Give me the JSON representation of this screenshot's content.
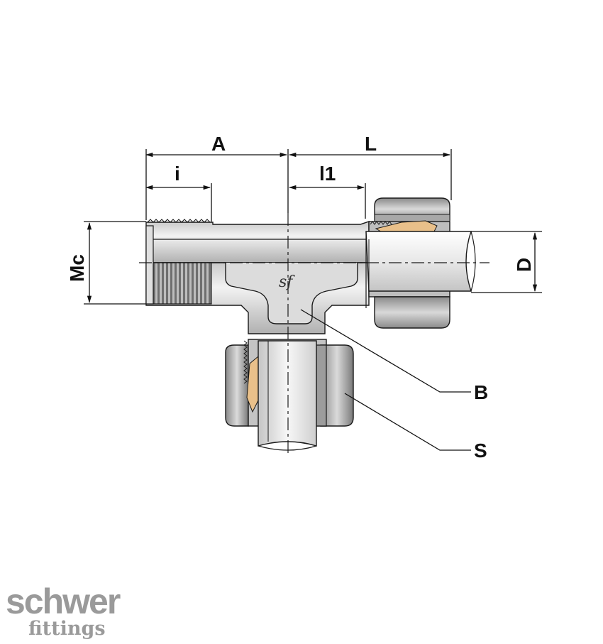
{
  "drawing": {
    "dimension_labels": {
      "A": "A",
      "L": "L",
      "i": "i",
      "l1": "l1",
      "Mc": "Mc",
      "D": "D"
    },
    "callouts": {
      "B": "B",
      "S": "S"
    },
    "center_mark": "sf"
  },
  "logo": {
    "brand": "schwer",
    "sub": "fittings"
  },
  "colors": {
    "body_light": "#e6e6e6",
    "body_mid": "#bdbdbd",
    "body_dark": "#8c8c8c",
    "nut_dark": "#7d7d7d",
    "seal": "#e9c08a",
    "line": "#1a1a1a",
    "logo": "#9a9a9a"
  }
}
